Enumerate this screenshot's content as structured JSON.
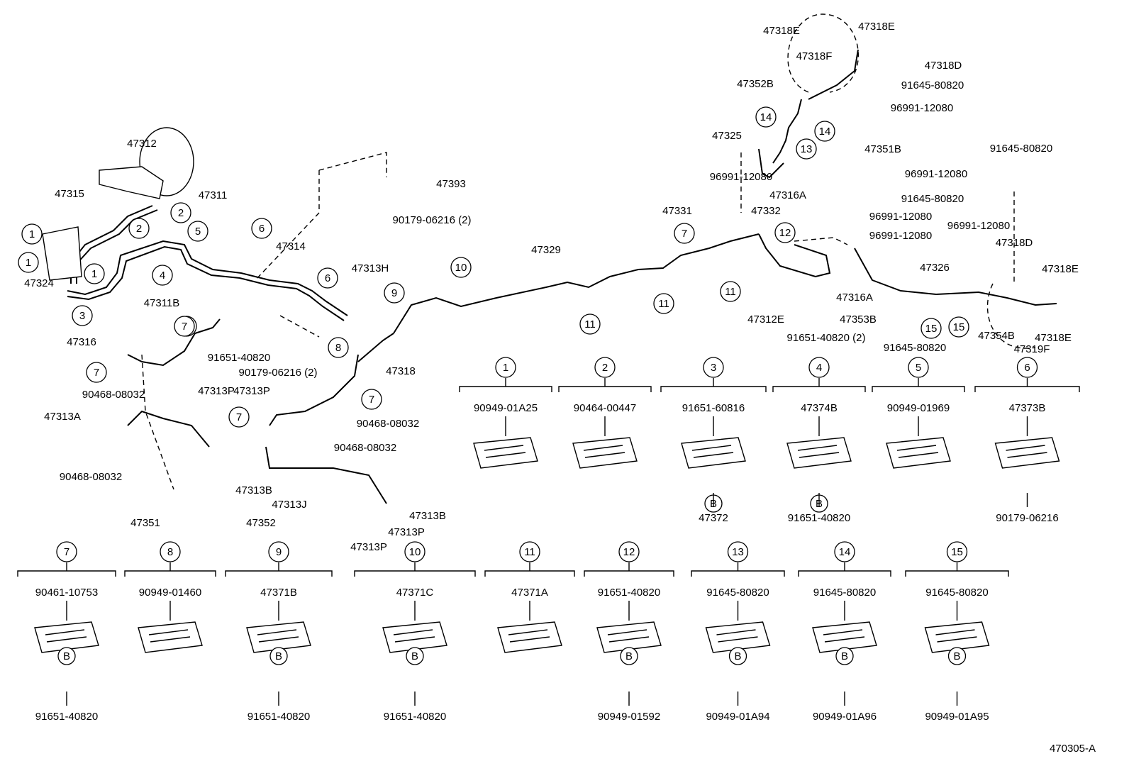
{
  "diagram_code": "470305-A",
  "circle_b": "B",
  "main_labels": [
    "47312",
    "47315",
    "47311",
    "47324",
    "47311B",
    "47316",
    "90468-08032",
    "47313A",
    "90468-08032",
    "47313P",
    "47351",
    "47314",
    "47313H",
    "90179-06216 (2)",
    "47318",
    "47313P",
    "47313B",
    "47313J",
    "47352",
    "47313P",
    "47313P",
    "47313B",
    "90468-08032",
    "90468-08032",
    "47393",
    "90179-06216 (2)",
    "47329",
    "91651-40820",
    "47318E",
    "47318E",
    "47318F",
    "47318D",
    "47352B",
    "91645-80820",
    "96991-12080",
    "47325",
    "47351B",
    "96991-12080",
    "47316A",
    "96991-12080",
    "91645-80820",
    "47331",
    "47332",
    "96991-12080",
    "96991-12080",
    "96991-12080",
    "91645-80820",
    "47318D",
    "47318E",
    "47326",
    "47316A",
    "47353B",
    "47312E",
    "91651-40820 (2)",
    "91645-80820",
    "47354B",
    "47318E",
    "47319F"
  ],
  "callouts": [
    "1",
    "1",
    "1",
    "2",
    "2",
    "3",
    "4",
    "5",
    "6",
    "6",
    "7",
    "7",
    "7",
    "7",
    "7",
    "7",
    "8",
    "9",
    "10",
    "11",
    "11",
    "11",
    "12",
    "13",
    "14",
    "14",
    "15",
    "15"
  ],
  "details": [
    {
      "num": "1",
      "part": "90949-01A25"
    },
    {
      "num": "2",
      "part": "90464-00447"
    },
    {
      "num": "3",
      "part": "91651-60816",
      "part2": "47372"
    },
    {
      "num": "4",
      "part": "47374B",
      "part2": "91651-40820"
    },
    {
      "num": "5",
      "part": "90949-01969"
    },
    {
      "num": "6",
      "part": "47373B",
      "part2": "90179-06216"
    },
    {
      "num": "7",
      "part": "90461-10753",
      "part2": "91651-40820"
    },
    {
      "num": "8",
      "part": "90949-01460"
    },
    {
      "num": "9",
      "part": "47371B",
      "part2": "91651-40820"
    },
    {
      "num": "10",
      "part": "47371C",
      "part2": "91651-40820"
    },
    {
      "num": "11",
      "part": "47371A"
    },
    {
      "num": "12",
      "part": "91651-40820",
      "part2": "90949-01592"
    },
    {
      "num": "13",
      "part": "91645-80820",
      "part2": "90949-01A94"
    },
    {
      "num": "14",
      "part": "91645-80820",
      "part2": "90949-01A96"
    },
    {
      "num": "15",
      "part": "91645-80820",
      "part2": "90949-01A95"
    }
  ]
}
